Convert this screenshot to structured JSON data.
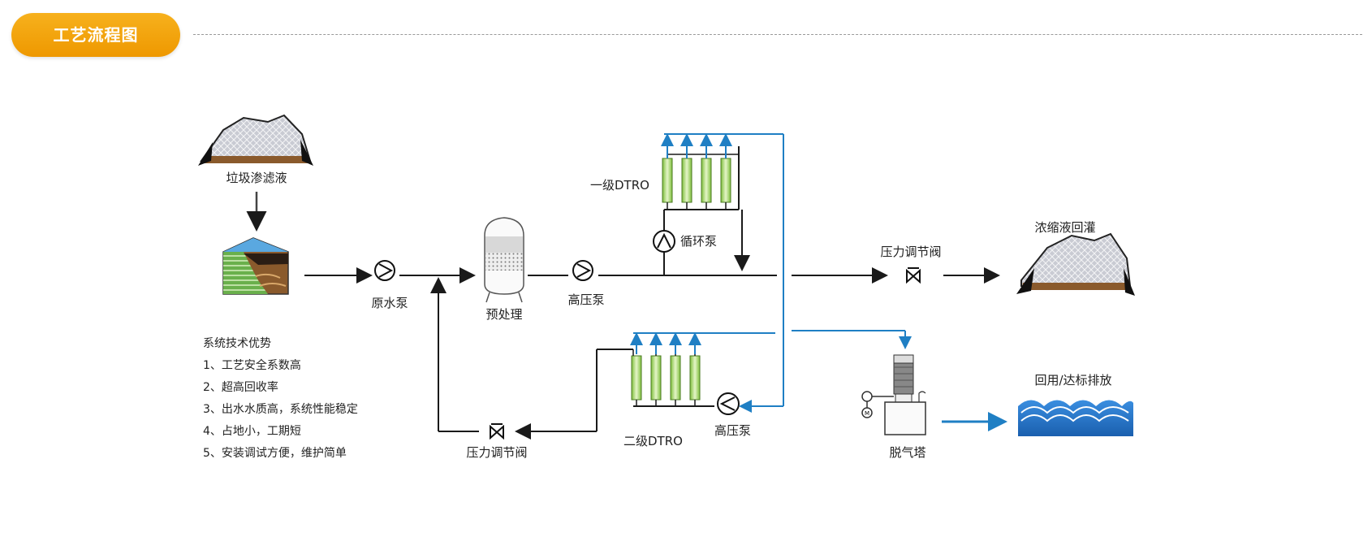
{
  "header": {
    "title": "工艺流程图"
  },
  "labels": {
    "leachate": "垃圾渗滤液",
    "raw_pump": "原水泵",
    "pretreat": "预处理",
    "hp_pump_1": "高压泵",
    "dtro_1": "一级DTRO",
    "circ_pump": "循环泵",
    "pressure_valve_1": "压力调节阀",
    "concentrate": "浓缩液回灌",
    "dtro_2": "二级DTRO",
    "hp_pump_2": "高压泵",
    "pressure_valve_2": "压力调节阀",
    "degas": "脱气塔",
    "discharge": "回用/达标排放",
    "motor": "M"
  },
  "advantages": {
    "title": "系统技术优势",
    "items": [
      "1、工艺安全系数高",
      "2、超高回收率",
      "3、出水水质高，系统性能稳定",
      "4、占地小，工期短",
      "5、安装调试方便，维护简单"
    ]
  },
  "colors": {
    "header_orange": "#f29f05",
    "pipe_black": "#1a1a1a",
    "pipe_blue": "#1f7fc4",
    "membrane_green": "#a6d36a",
    "water_blue": "#1e6fbf",
    "sludge_brown": "#8a5a2c"
  }
}
